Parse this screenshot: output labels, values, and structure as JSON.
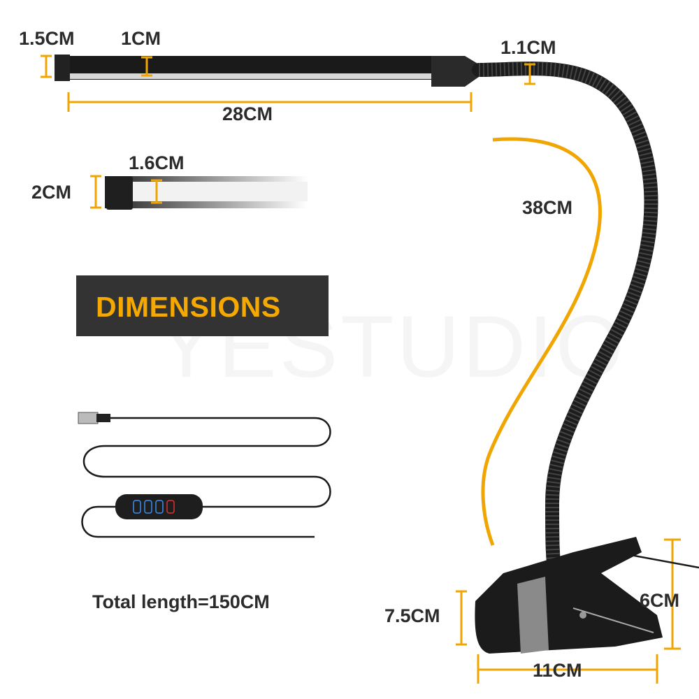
{
  "title": "DIMENSIONS",
  "watermark": "YESTUDIO",
  "labels": {
    "head_height": "1.5CM",
    "panel_thickness": "1CM",
    "neck_diameter": "1.1CM",
    "head_length": "28CM",
    "side_thickness": "1.6CM",
    "side_height": "2CM",
    "neck_length": "38CM",
    "total_length": "Total length=150CM",
    "clip_depth": "7.5CM",
    "clip_height": "6CM",
    "clip_width": "11CM"
  },
  "colors": {
    "accent": "#f5a800",
    "banner": "#333333",
    "dimension_line": "#f0a500"
  }
}
